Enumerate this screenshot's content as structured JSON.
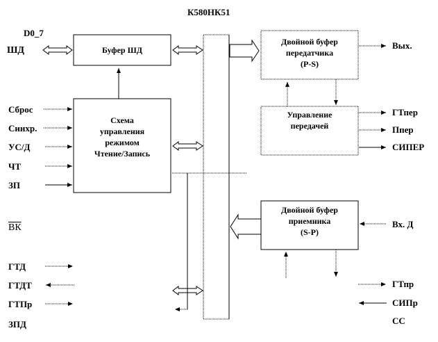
{
  "title": "К580НК51",
  "bus_label_top": "D0_7",
  "blocks": {
    "data_buffer": "Буфер ШД",
    "rw_control": [
      "Схема",
      "управления",
      "режимом",
      "Чтение/Запись"
    ],
    "tx_buffer": [
      "Двойной буфер",
      "передатчика",
      "(P-S)"
    ],
    "tx_control": [
      "Управление",
      "передачей"
    ],
    "rx_buffer": [
      "Двойной буфер",
      "приемника",
      "(S-P)"
    ]
  },
  "left_signals": {
    "data_bus": "ШД",
    "reset": "Сброс",
    "sync": "Синхр.",
    "cd": "УС/Д",
    "rd": "ЧТ",
    "wr": "ЗП",
    "cs": "ВК",
    "dtr": "ГТД",
    "dsr": "ГТДТ",
    "rts": "ГТПр",
    "cts": "ЗПД"
  },
  "right_signals": {
    "txd": "Вых.",
    "txrdy": "ГТпер",
    "txe": "Ппер",
    "txc": "СИПЕР",
    "rxd": "Вх. Д",
    "rxrdy": "ГТпр",
    "rxc": "СИПр",
    "syndet": "СС"
  }
}
